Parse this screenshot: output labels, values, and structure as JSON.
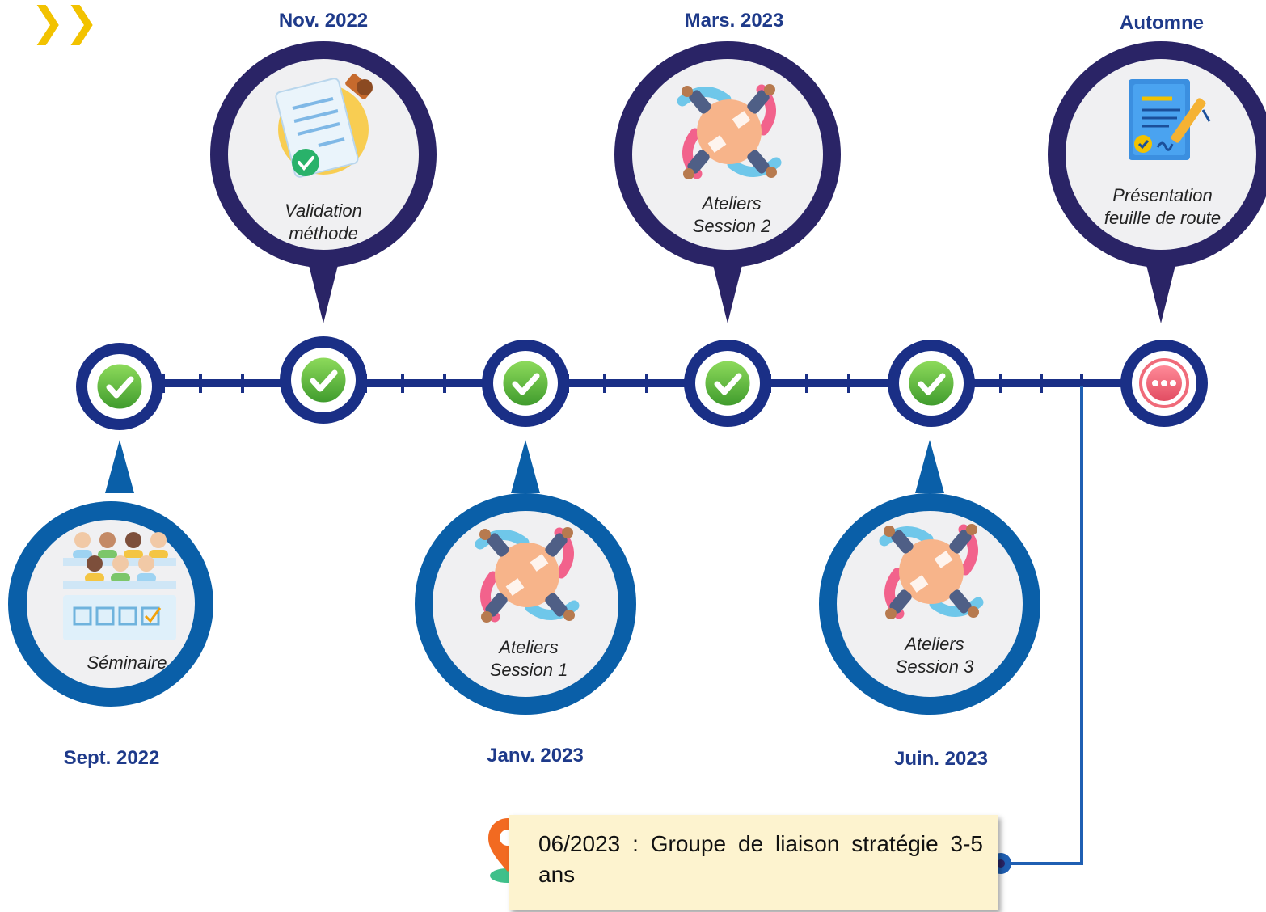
{
  "colors": {
    "dark_navy": "#2a2466",
    "blue": "#0a5fa8",
    "timeline": "#1a2f86",
    "date_text": "#1e3a8a",
    "check_green": "#6cc24a",
    "pending_pink": "#f06b7a",
    "accent_yellow": "#f2c200",
    "note_bg": "#fdf3cf",
    "pin_orange": "#f26a21"
  },
  "header": {
    "chevrons": "❯❯"
  },
  "milestones": [
    {
      "date": "Sept. 2022",
      "label": [
        "Séminaire"
      ],
      "icon": "seminar-icon",
      "status": "done"
    },
    {
      "date": "Nov. 2022",
      "label": [
        "Validation",
        "méthode"
      ],
      "icon": "stamped-document-icon",
      "status": "done"
    },
    {
      "date": "Janv. 2023",
      "label": [
        "Ateliers",
        "Session 1"
      ],
      "icon": "meeting-table-icon",
      "status": "done"
    },
    {
      "date": "Mars. 2023",
      "label": [
        "Ateliers",
        "Session 2"
      ],
      "icon": "meeting-table-icon",
      "status": "done"
    },
    {
      "date": "Juin. 2023",
      "label": [
        "Ateliers",
        "Session 3"
      ],
      "icon": "meeting-table-icon",
      "status": "done"
    },
    {
      "date": "Automne",
      "label": [
        "Présentation",
        "feuille de route"
      ],
      "icon": "signed-contract-icon",
      "status": "pending"
    }
  ],
  "note": {
    "text": "06/2023 : Groupe de liaison stratégie 3-5 ans",
    "icon": "location-pin-icon"
  }
}
